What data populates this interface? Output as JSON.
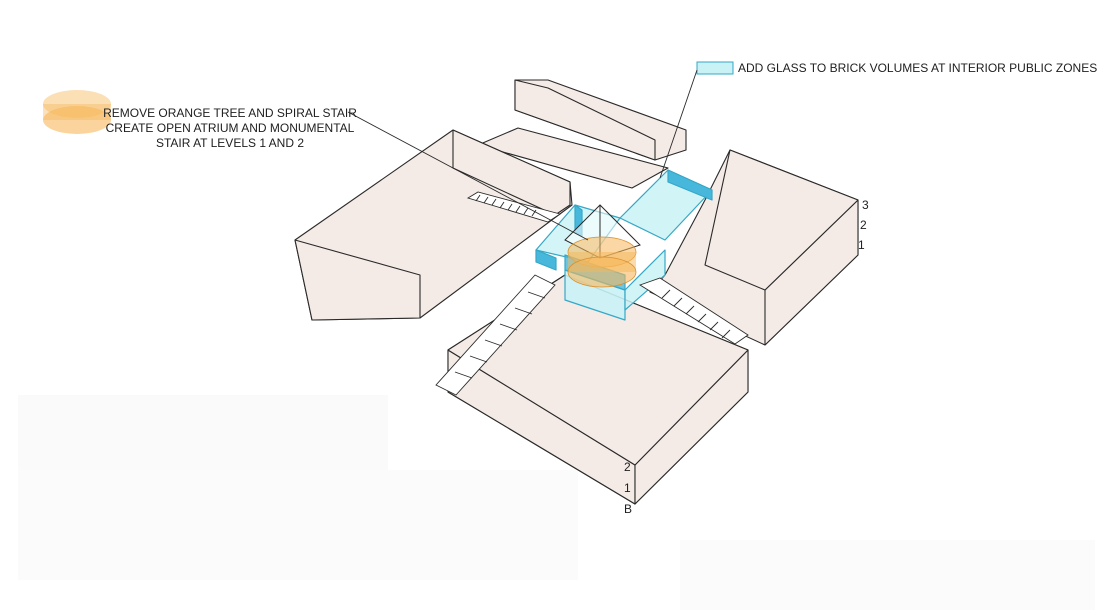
{
  "annotations": {
    "orange": {
      "line1": "REMOVE ORANGE TREE AND SPIRAL STAIR",
      "line2": "CREATE OPEN ATRIUM AND MONUMENTAL",
      "line3": "STAIR AT LEVELS 1 AND 2"
    },
    "glass": {
      "text": "ADD GLASS TO BRICK VOLUMES AT INTERIOR PUBLIC ZONES"
    }
  },
  "levels": {
    "east_block": [
      "3",
      "2",
      "1"
    ],
    "south_block": [
      "2",
      "1",
      "B"
    ]
  },
  "colors": {
    "brick_fill": "#f4ebe6",
    "outline": "#2a2a2a",
    "glass_fill": "#c9f2f6",
    "glass_edge": "#36a7c6",
    "glass_strong": "#47b8dc",
    "orange": "#f6b75a"
  }
}
